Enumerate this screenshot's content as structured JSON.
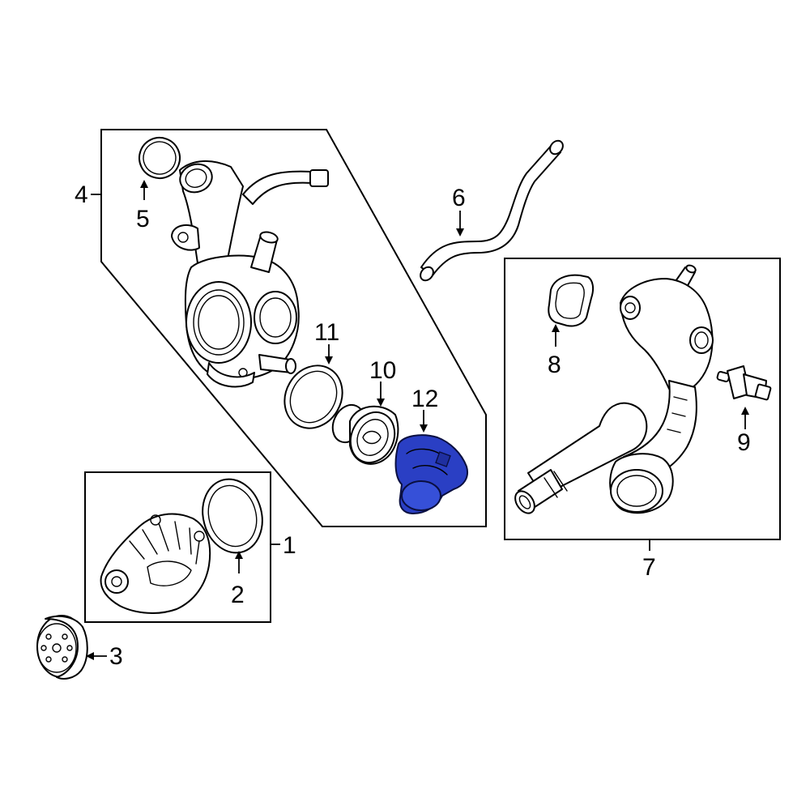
{
  "callouts": {
    "c1": "1",
    "c2": "2",
    "c3": "3",
    "c4": "4",
    "c5": "5",
    "c6": "6",
    "c7": "7",
    "c8": "8",
    "c9": "9",
    "c10": "10",
    "c11": "11",
    "c12": "12"
  },
  "highlight_color": "#2a3fc4"
}
